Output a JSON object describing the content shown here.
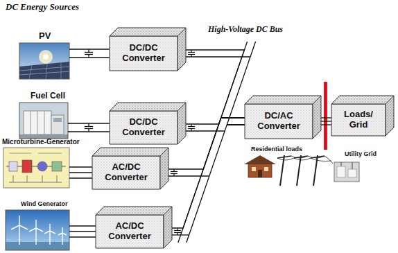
{
  "diagram": {
    "title": "DC Energy Sources",
    "nodes": [
      {
        "text": [
          "DC/DC Converter"
        ]
      },
      {
        "text": [
          "DC/DC Converter"
        ]
      },
      {
        "text": [
          "DC/AC Converter"
        ]
      },
      {
        "text": [
          "Loads/ Grid"
        ]
      },
      {
        "text": [
          "AC/DC Converter"
        ]
      },
      {
        "text": [
          "AC/DC Converter"
        ]
      }
    ],
    "edges": [
      {
        "from": 0,
        "to": 2,
        "arrow": "none"
      },
      {
        "from": 1,
        "to": 2,
        "arrow": "none"
      },
      {
        "from": 4,
        "to": 2,
        "arrow": "none"
      },
      {
        "from": 5,
        "to": 2,
        "arrow": "none"
      },
      {
        "from": 2,
        "to": 3,
        "arrow": "none"
      }
    ],
    "labels": [
      "High-Voltage DC Bus",
      "PV",
      "Fuel Cell",
      "Microturbine-Generator",
      "Residential loads",
      "Utility Grid",
      "Wind Generator"
    ]
  }
}
